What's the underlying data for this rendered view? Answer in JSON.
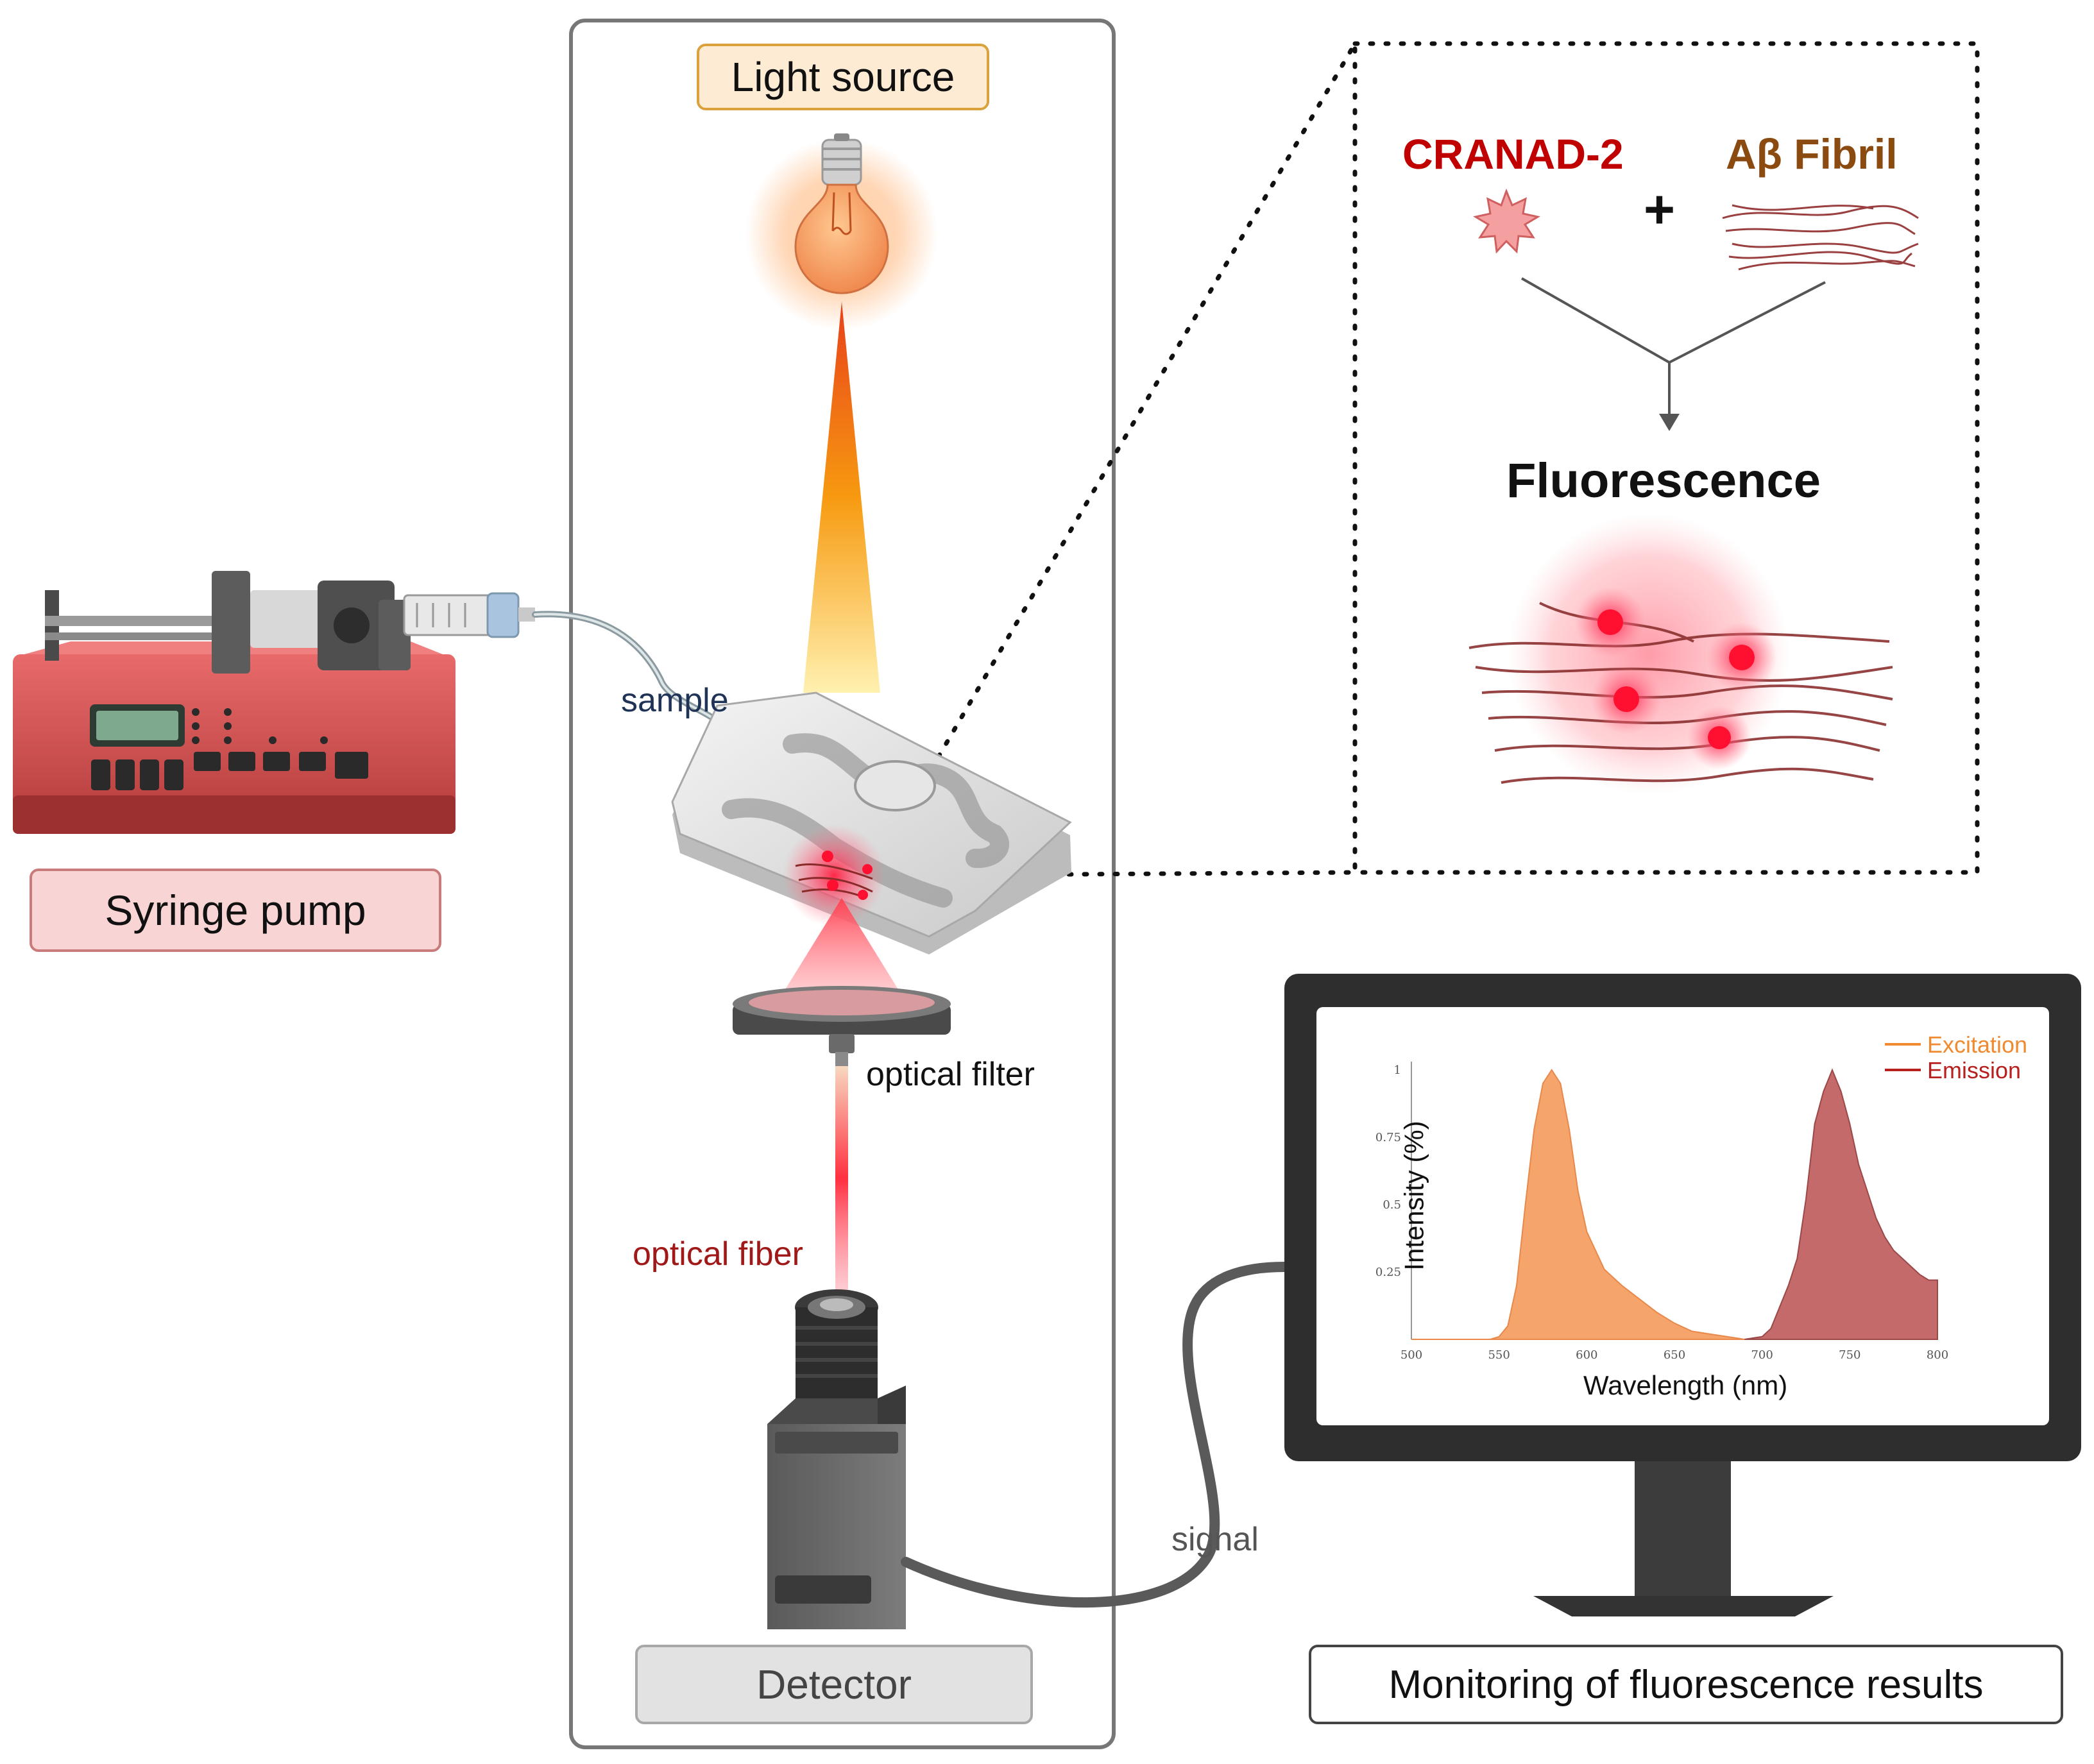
{
  "labels": {
    "light_source": "Light source",
    "syringe_pump": "Syringe pump",
    "sample": "sample",
    "optical_filter": "optical filter",
    "optical_fiber": "optical fiber",
    "signal": "signal",
    "detector": "Detector",
    "monitoring": "Monitoring of fluorescence results"
  },
  "reaction": {
    "reagent_a": "CRANAD-2",
    "plus": "+",
    "reagent_b": "Aβ Fibril",
    "product": "Fluorescence"
  },
  "colors": {
    "cranad": "#c00000",
    "fibril": "#8b4a10",
    "excitation": "#f5a46b",
    "emission": "#c46a6a",
    "light_box_fill": "#fdebd3",
    "light_box_border": "#d9a23a",
    "pump_box_fill": "#f9d4d4",
    "pump_box_border": "#c97b7b",
    "detector_box_fill": "#e2e2e2",
    "detector_box_border": "#a8a8a8"
  },
  "chart_data": {
    "type": "area",
    "xlabel": "Wavelength (nm)",
    "ylabel": "Intensity (%)",
    "xlim": [
      500,
      800
    ],
    "ylim": [
      0,
      1
    ],
    "x_ticks": [
      "500",
      "550",
      "600",
      "650",
      "700",
      "750",
      "800"
    ],
    "y_ticks": [
      "0.25",
      "0.5",
      "0.75",
      "1"
    ],
    "legend_position": "top-right",
    "series": [
      {
        "name": "Excitation",
        "x": [
          500,
          545,
          550,
          555,
          560,
          565,
          570,
          575,
          580,
          585,
          590,
          595,
          600,
          610,
          620,
          630,
          640,
          650,
          660,
          670,
          680,
          690,
          700
        ],
        "y": [
          0,
          0,
          0.01,
          0.05,
          0.2,
          0.5,
          0.78,
          0.95,
          1.0,
          0.95,
          0.78,
          0.55,
          0.4,
          0.26,
          0.2,
          0.15,
          0.1,
          0.06,
          0.03,
          0.02,
          0.01,
          0,
          0
        ]
      },
      {
        "name": "Emission",
        "x": [
          690,
          700,
          705,
          710,
          715,
          720,
          725,
          730,
          735,
          740,
          745,
          750,
          755,
          760,
          765,
          770,
          775,
          780,
          785,
          790,
          795,
          800
        ],
        "y": [
          0,
          0.01,
          0.04,
          0.12,
          0.2,
          0.3,
          0.52,
          0.8,
          0.92,
          1.0,
          0.92,
          0.8,
          0.65,
          0.55,
          0.45,
          0.38,
          0.33,
          0.3,
          0.27,
          0.24,
          0.22,
          0.22
        ]
      }
    ]
  }
}
